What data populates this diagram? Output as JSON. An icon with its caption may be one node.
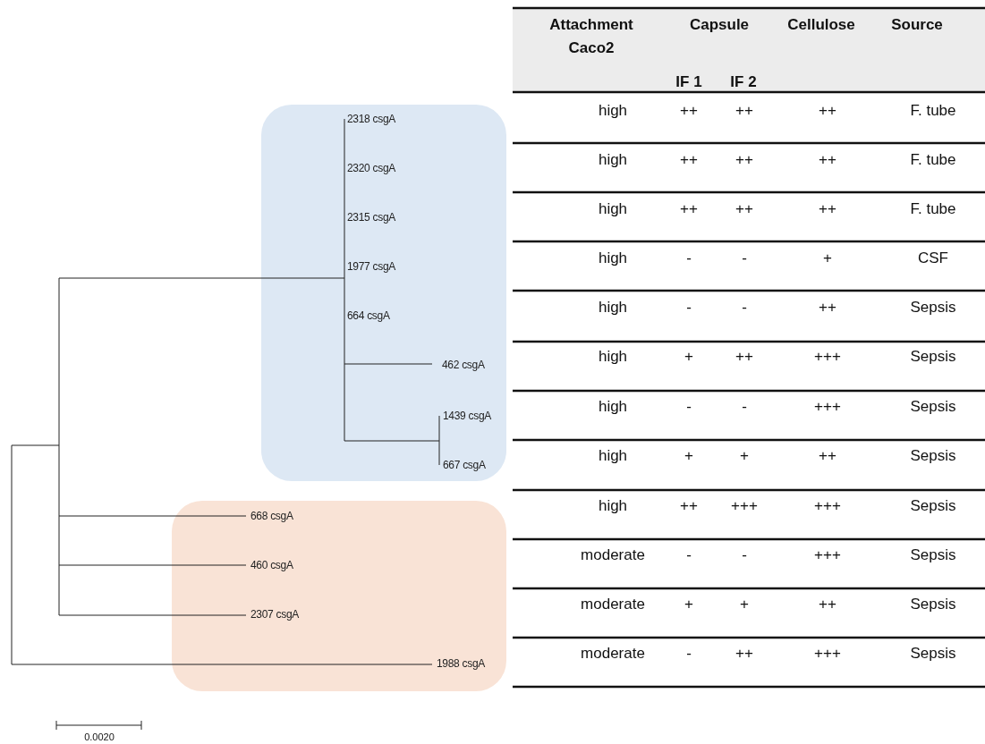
{
  "diagram": {
    "nodes": [
      {
        "text": [],
        "shape": "box"
      },
      {
        "text": [
          "2318 csgA"
        ],
        "in": 0
      },
      {
        "text": [
          "2320 csgA"
        ],
        "in": 0
      },
      {
        "text": [
          "2315 csgA"
        ],
        "in": 0
      },
      {
        "text": [
          "1977 csgA"
        ],
        "in": 0
      },
      {
        "text": [
          "664 csgA"
        ],
        "in": 0
      },
      {
        "text": [
          "462 csgA"
        ],
        "in": 0
      },
      {
        "text": [
          "1439 csgA"
        ],
        "in": 0
      },
      {
        "text": [
          "667 csgA"
        ],
        "in": 0
      },
      {
        "text": [],
        "shape": "box"
      },
      {
        "text": [
          "668 csgA"
        ],
        "in": 9
      },
      {
        "text": [
          "460 csgA"
        ],
        "in": 9
      },
      {
        "text": [
          "2307 csgA"
        ],
        "in": 9
      },
      {
        "text": [
          "1988 csgA"
        ],
        "in": 9
      }
    ],
    "labels": [
      "Attachment Caco2",
      "Capsule",
      "Cellulose",
      "Source",
      "IF 1",
      "IF 2",
      "high",
      "++",
      "++",
      "++",
      "F. tube",
      "high",
      "++",
      "++",
      "++",
      "F. tube",
      "high",
      "++",
      "++",
      "++",
      "F. tube",
      "high",
      "-",
      "-",
      "+",
      "CSF",
      "high",
      "-",
      "-",
      "++",
      "Sepsis",
      "high",
      "+",
      "++",
      "+++",
      "Sepsis",
      "high",
      "-",
      "-",
      "+++",
      "Sepsis",
      "high",
      "+",
      "+",
      "++",
      "Sepsis",
      "high",
      "++",
      "+++",
      "+++",
      "Sepsis",
      "moderate",
      "-",
      "-",
      "+++",
      "Sepsis",
      "moderate",
      "+",
      "+",
      "++",
      "Sepsis",
      "moderate",
      "-",
      "++",
      "+++",
      "Sepsis",
      "0.0020"
    ]
  }
}
